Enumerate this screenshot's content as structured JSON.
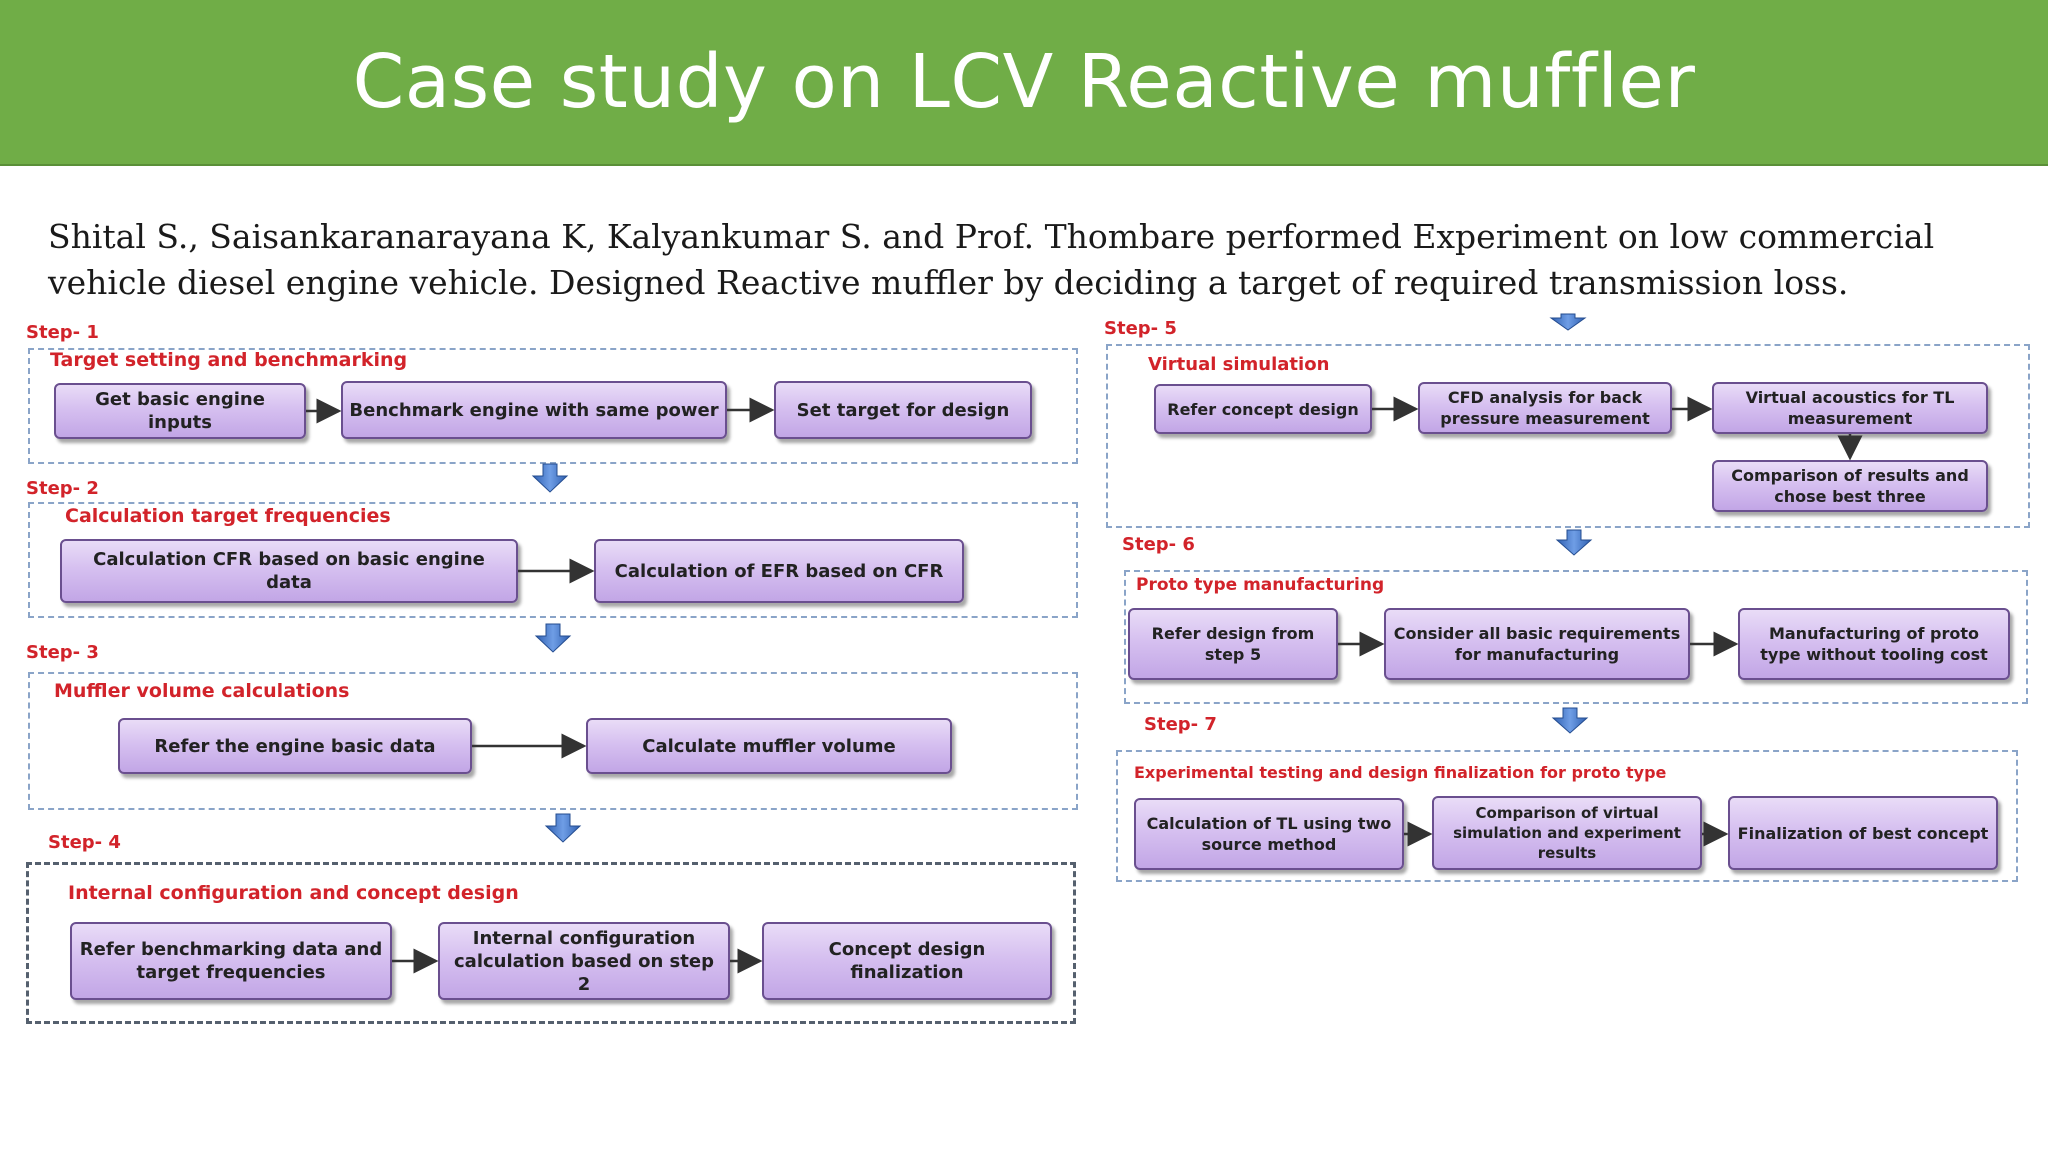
{
  "title": "Case study on LCV Reactive muffler",
  "intro": "Shital S., Saisankaranarayana K, Kalyankumar S. and Prof. Thombare performed Experiment on low commercial vehicle diesel engine vehicle. Designed Reactive muffler by deciding a target of required transmission loss.",
  "steps": [
    {
      "label": "Step- 1",
      "title": "Target setting and benchmarking",
      "boxes": [
        "Get  basic engine inputs",
        "Benchmark engine with same power",
        "Set target for design"
      ]
    },
    {
      "label": "Step- 2",
      "title": "Calculation target frequencies",
      "boxes": [
        "Calculation CFR based on basic engine data",
        "Calculation of EFR based on CFR"
      ]
    },
    {
      "label": "Step- 3",
      "title": "Muffler volume calculations",
      "boxes": [
        "Refer the engine basic data",
        "Calculate muffler volume"
      ]
    },
    {
      "label": "Step- 4",
      "title": "Internal configuration and concept design",
      "boxes": [
        "Refer benchmarking data and target frequencies",
        "Internal configuration calculation based on step 2",
        "Concept design finalization"
      ]
    },
    {
      "label": "Step- 5",
      "title": "Virtual simulation",
      "boxes": [
        "Refer concept design",
        "CFD analysis for back pressure measurement",
        "Virtual acoustics for TL measurement",
        "Comparison of results and chose best three"
      ]
    },
    {
      "label": "Step- 6",
      "title": "Proto type manufacturing",
      "boxes": [
        "Refer design from step 5",
        "Consider all basic requirements for manufacturing",
        "Manufacturing of proto type without tooling cost"
      ]
    },
    {
      "label": "Step- 7",
      "title": "Experimental testing and design finalization for proto type",
      "boxes": [
        "Calculation of TL using two source method",
        "Comparison of virtual simulation  and experiment results",
        "Finalization of best concept"
      ]
    }
  ],
  "colors": {
    "header": "#70ad47",
    "step_text": "#d2232a",
    "box_fill": "#d6c0f0",
    "flow_arrow": "#3a6fc4"
  }
}
